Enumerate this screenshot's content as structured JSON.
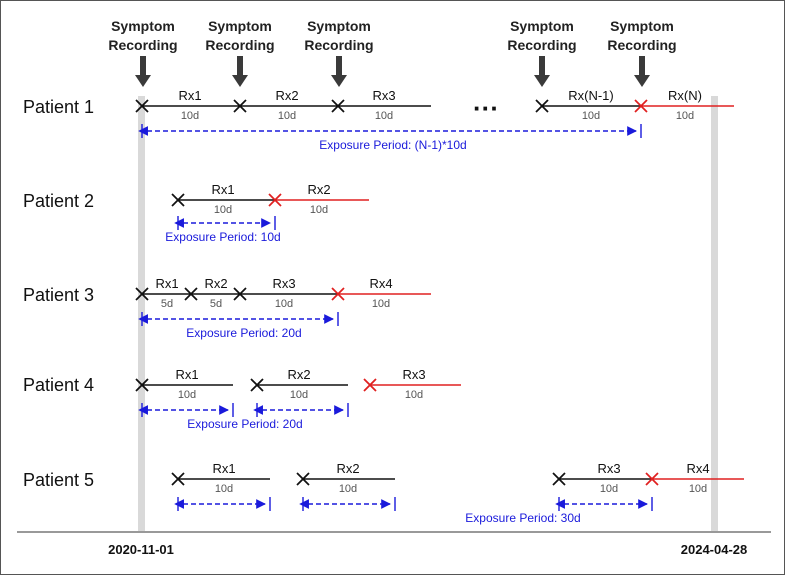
{
  "colors": {
    "timeline": "#111111",
    "final": "#e02020",
    "exposure": "#1a1adb",
    "date_band": "#d9d9d9",
    "arrow": "#3a3a3a"
  },
  "symptom": {
    "line1": "Symptom",
    "line2": "Recording"
  },
  "ellipsis": "···",
  "dates": {
    "start": "2020-11-01",
    "end": "2024-04-28"
  },
  "patients": [
    {
      "label": "Patient 1",
      "rx": [
        {
          "name": "Rx1",
          "dur": "10d"
        },
        {
          "name": "Rx2",
          "dur": "10d"
        },
        {
          "name": "Rx3",
          "dur": "10d"
        },
        {
          "name": "Rx(N-1)",
          "dur": "10d"
        },
        {
          "name": "Rx(N)",
          "dur": "10d"
        }
      ],
      "exposure": [
        "Exposure Period: (N-1)*10d"
      ]
    },
    {
      "label": "Patient 2",
      "rx": [
        {
          "name": "Rx1",
          "dur": "10d"
        },
        {
          "name": "Rx2",
          "dur": "10d"
        }
      ],
      "exposure": [
        "Exposure Period: 10d"
      ]
    },
    {
      "label": "Patient 3",
      "rx": [
        {
          "name": "Rx1",
          "dur": "5d"
        },
        {
          "name": "Rx2",
          "dur": "5d"
        },
        {
          "name": "Rx3",
          "dur": "10d"
        },
        {
          "name": "Rx4",
          "dur": "10d"
        }
      ],
      "exposure": [
        "Exposure Period: 20d"
      ]
    },
    {
      "label": "Patient 4",
      "rx": [
        {
          "name": "Rx1",
          "dur": "10d"
        },
        {
          "name": "Rx2",
          "dur": "10d"
        },
        {
          "name": "Rx3",
          "dur": "10d"
        }
      ],
      "exposure": [
        "Exposure Period: 20d"
      ]
    },
    {
      "label": "Patient 5",
      "rx": [
        {
          "name": "Rx1",
          "dur": "10d"
        },
        {
          "name": "Rx2",
          "dur": "10d"
        },
        {
          "name": "Rx3",
          "dur": "10d"
        },
        {
          "name": "Rx4",
          "dur": "10d"
        }
      ],
      "exposure": [
        "Exposure Period: 30d"
      ]
    }
  ]
}
